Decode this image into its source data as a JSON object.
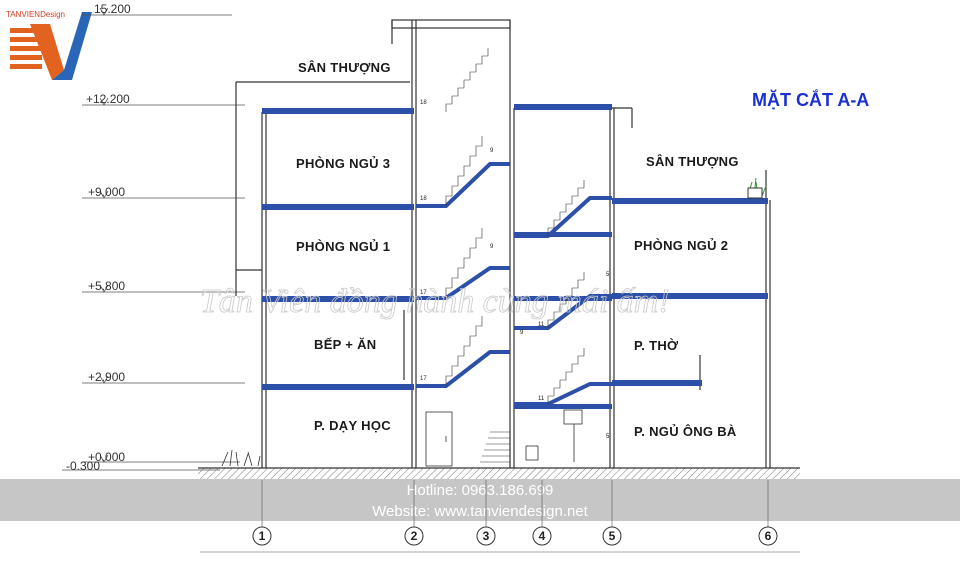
{
  "title": "MẶT CẮT A-A",
  "brand": {
    "name": "TANVIENDesign",
    "colors": {
      "orange": "#e2621f",
      "blue": "#2a66b8"
    }
  },
  "levels": [
    "15.200",
    "+12.200",
    "+9.000",
    "+5.800",
    "+2.900",
    "+0.000",
    "-0.300"
  ],
  "rooms": {
    "san_thuong_top": "SÂN THƯỢNG",
    "phong_ngu_3": "PHÒNG NGỦ 3",
    "phong_ngu_1": "PHÒNG NGỦ 1",
    "bep_an": "BẾP + ĂN",
    "day_hoc": "P. DẠY HỌC",
    "san_thuong_right": "SÂN THƯỢNG",
    "phong_ngu_2": "PHÒNG NGỦ 2",
    "p_tho": "P. THỜ",
    "ngu_ong_ba": "P. NGỦ ÔNG BÀ"
  },
  "axes": [
    "1",
    "2",
    "3",
    "4",
    "5",
    "6"
  ],
  "watermark": "Tân Viên đồng hành cùng mái ấm!",
  "footer": {
    "hotline": "Hotline: 0963.186.699",
    "website": "Website: www.tanviendesign.net"
  },
  "colors": {
    "slab": "#2c4fa8",
    "title": "#1c2fd1",
    "line": "#333333",
    "footer_bg": "#c6c6c6"
  }
}
